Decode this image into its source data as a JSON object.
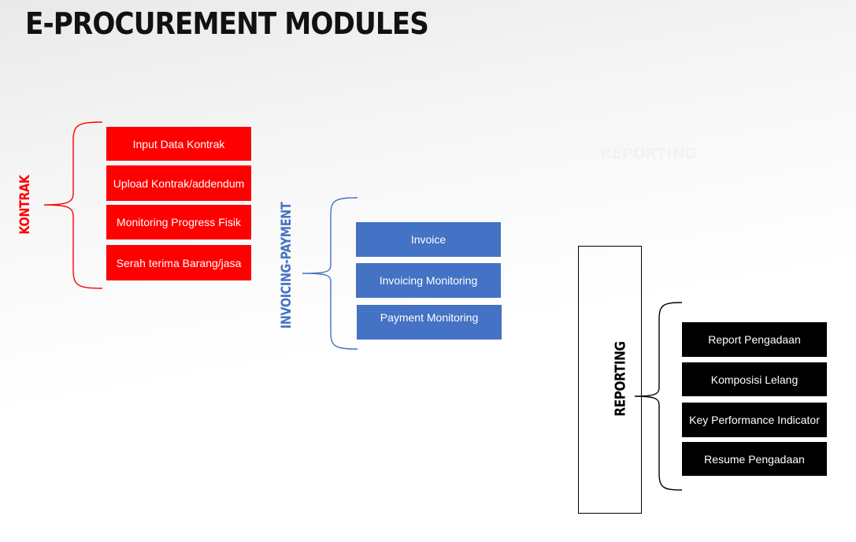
{
  "title": "E-PROCUREMENT MODULES",
  "ghost_label": "REPORTING",
  "colors": {
    "kontrak": "#ff0000",
    "invoicing": "#4472c4",
    "reporting": "#000000"
  },
  "groups": {
    "kontrak": {
      "label": "KONTRAK",
      "items": [
        "Input Data Kontrak",
        "Upload Kontrak/addendum",
        "Monitoring Progress Fisik",
        "Serah terima Barang/jasa"
      ]
    },
    "invoicing": {
      "label": "INVOICING-PAYMENT",
      "items": [
        "Invoice",
        "Invoicing Monitoring",
        "Payment Monitoring"
      ]
    },
    "reporting": {
      "label": "REPORTING",
      "items": [
        "Report Pengadaan",
        "Komposisi Lelang",
        "Key Performance Indicator",
        "Resume Pengadaan"
      ]
    }
  }
}
